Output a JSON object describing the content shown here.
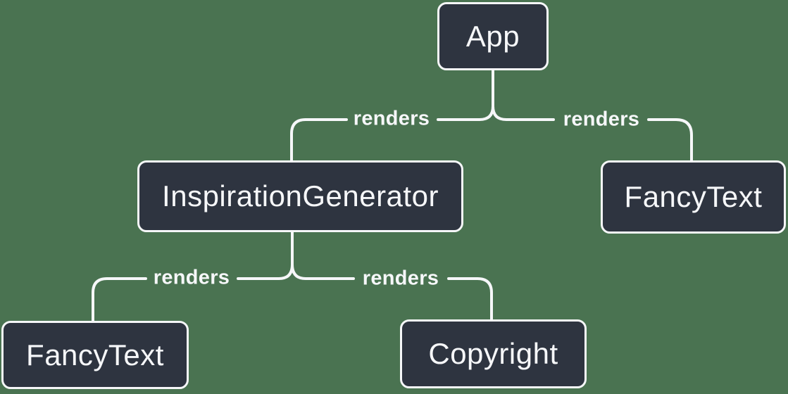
{
  "diagram": {
    "type": "component-render-tree",
    "colors": {
      "background": "#4A7351",
      "node_fill": "#2E3440",
      "node_border": "#F6F7F9",
      "connector": "#F6F7F9",
      "text": "#F6F7F9"
    },
    "nodes": [
      {
        "id": "app",
        "label": "App"
      },
      {
        "id": "inspiration-generator",
        "label": "InspirationGenerator"
      },
      {
        "id": "fancy-text-top",
        "label": "FancyText"
      },
      {
        "id": "fancy-text-bottom",
        "label": "FancyText"
      },
      {
        "id": "copyright",
        "label": "Copyright"
      }
    ],
    "edges": [
      {
        "from": "App",
        "to": "InspirationGenerator",
        "label": "renders"
      },
      {
        "from": "App",
        "to": "FancyText",
        "label": "renders"
      },
      {
        "from": "InspirationGenerator",
        "to": "FancyText",
        "label": "renders"
      },
      {
        "from": "InspirationGenerator",
        "to": "Copyright",
        "label": "renders"
      }
    ]
  }
}
